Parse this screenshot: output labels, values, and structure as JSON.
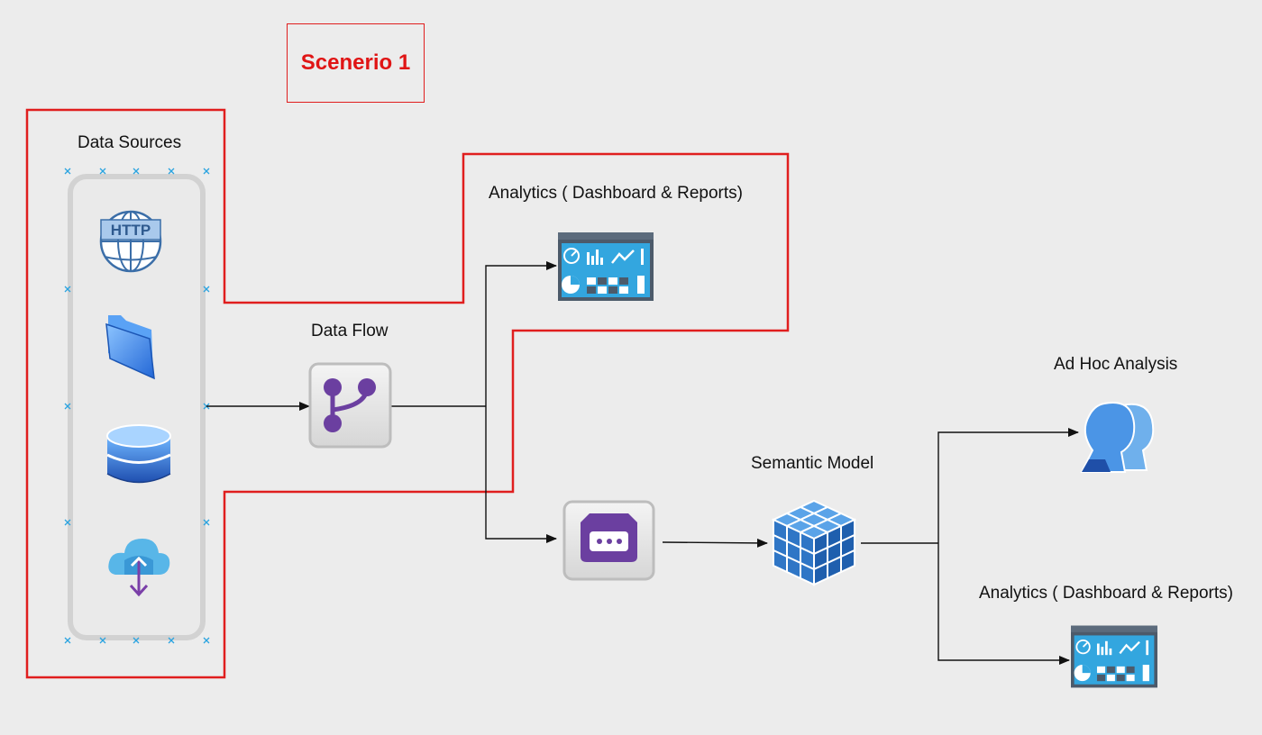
{
  "title": "Scenerio 1",
  "nodes": {
    "data_sources": "Data Sources",
    "data_flow": "Data Flow",
    "analytics_top": "Analytics ( Dashboard & Reports)",
    "semantic_model": "Semantic Model",
    "ad_hoc": "Ad Hoc Analysis",
    "analytics_bottom": "Analytics ( Dashboard & Reports)"
  },
  "icons": {
    "source_http_label": "HTTP",
    "source_http": "http-globe-icon",
    "source_folder": "folder-icon",
    "source_database": "database-icon",
    "source_cloud": "cloud-download-icon",
    "data_flow": "dataflow-icon",
    "warehouse": "warehouse-icon",
    "semantic_model": "cube-icon",
    "ad_hoc": "ad-hoc-users-icon",
    "dashboard": "dashboard-icon"
  },
  "colors": {
    "highlight": "#e01e1e",
    "connector": "#111111",
    "accent_purple": "#6b3fa0",
    "accent_blue": "#2f76c6"
  }
}
